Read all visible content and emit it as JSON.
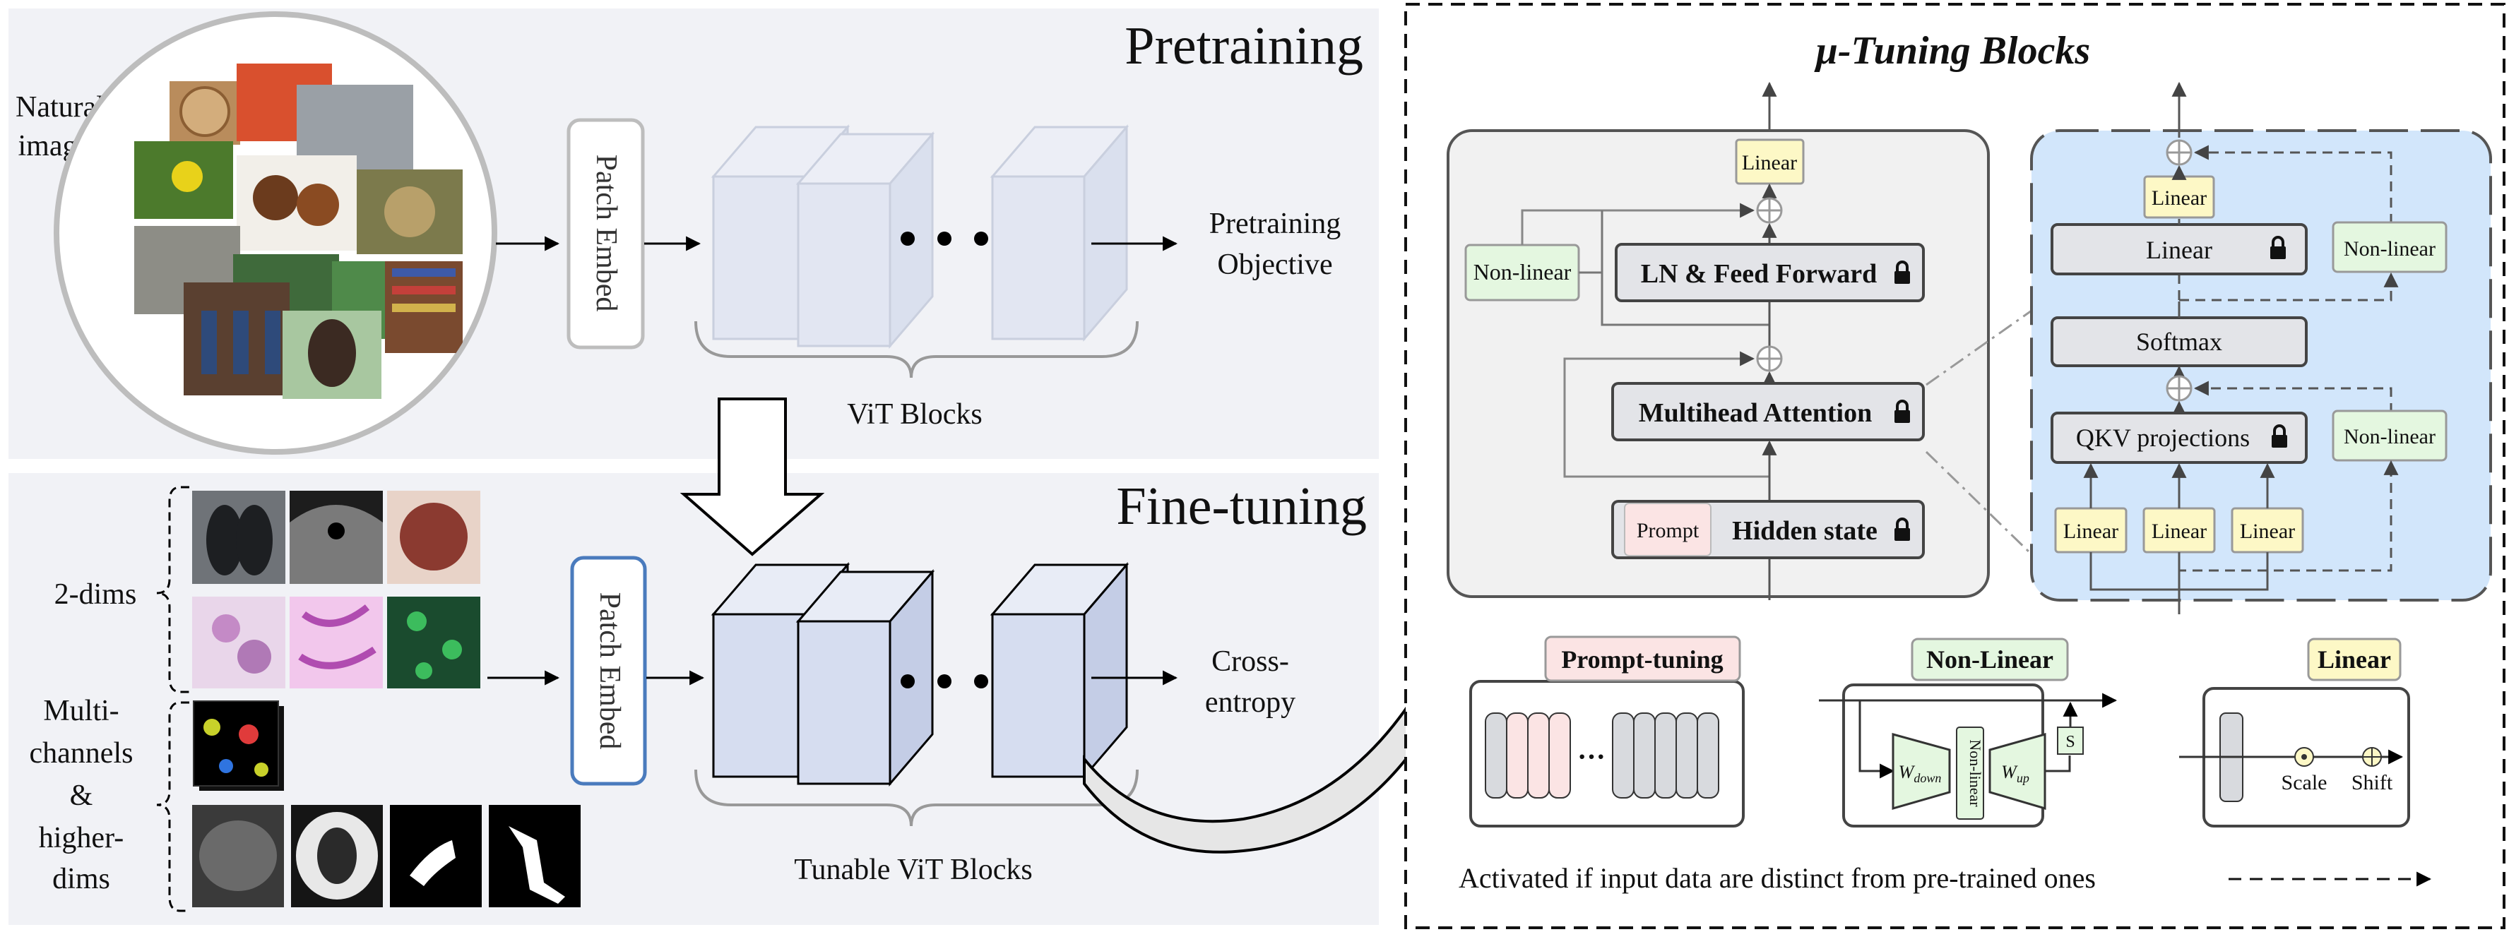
{
  "pretraining": {
    "title": "Pretraining",
    "input_label_line1": "Natural",
    "input_label_line2": "images",
    "patch_embed": "Patch Embed",
    "blocks_label": "ViT Blocks",
    "objective_line1": "Pretraining",
    "objective_line2": "Objective"
  },
  "finetuning": {
    "title": "Fine-tuning",
    "two_dims": "2-dims",
    "multi_line1": "Multi-",
    "multi_line2": "channels",
    "multi_line3": "&",
    "multi_line4": "higher-",
    "multi_line5": "dims",
    "patch_embed": "Patch Embed",
    "blocks_label": "Tunable ViT Blocks",
    "objective_line1": "Cross-",
    "objective_line2": "entropy"
  },
  "mu_tuning": {
    "title": "μ-Tuning Blocks",
    "block": {
      "linear_top": "Linear",
      "nonlinear": "Non-linear",
      "ln_ff": "LN & Feed Forward",
      "mha": "Multihead Attention",
      "prompt": "Prompt",
      "hidden_state": "Hidden state"
    },
    "attention": {
      "linear_small": "Linear",
      "linear_big": "Linear",
      "nonlinear_top": "Non-linear",
      "softmax": "Softmax",
      "qkv": "QKV projections",
      "nonlinear_mid": "Non-linear",
      "linear_q": "Linear",
      "linear_k": "Linear",
      "linear_v": "Linear"
    },
    "legend": {
      "prompt_tuning": "Prompt-tuning",
      "non_linear": "Non-Linear",
      "linear": "Linear",
      "w_down": "W",
      "w_down_sub": "down",
      "nonlinear_vertical": "Non-linear",
      "w_up": "W",
      "w_up_sub": "up",
      "s": "S",
      "scale": "Scale",
      "shift": "Shift",
      "ellipsis": "···"
    },
    "footnote": "Activated if input data are distinct from pre-trained ones"
  },
  "colors": {
    "panel_bg": "#f1f2f6",
    "block_fill": "#d6ddf0",
    "block_stroke": "#9aa6c4",
    "yellow": "#fdf8c6",
    "green": "#e4f7e0",
    "pink": "#fbe4e4",
    "attn_bg": "#d2e6fb",
    "gray_box": "#e3e4e8"
  },
  "icons": {
    "lock": "lock-icon",
    "plus": "plus-circle-icon",
    "scale": "dot-circle-icon",
    "shift": "plus-small-icon"
  }
}
